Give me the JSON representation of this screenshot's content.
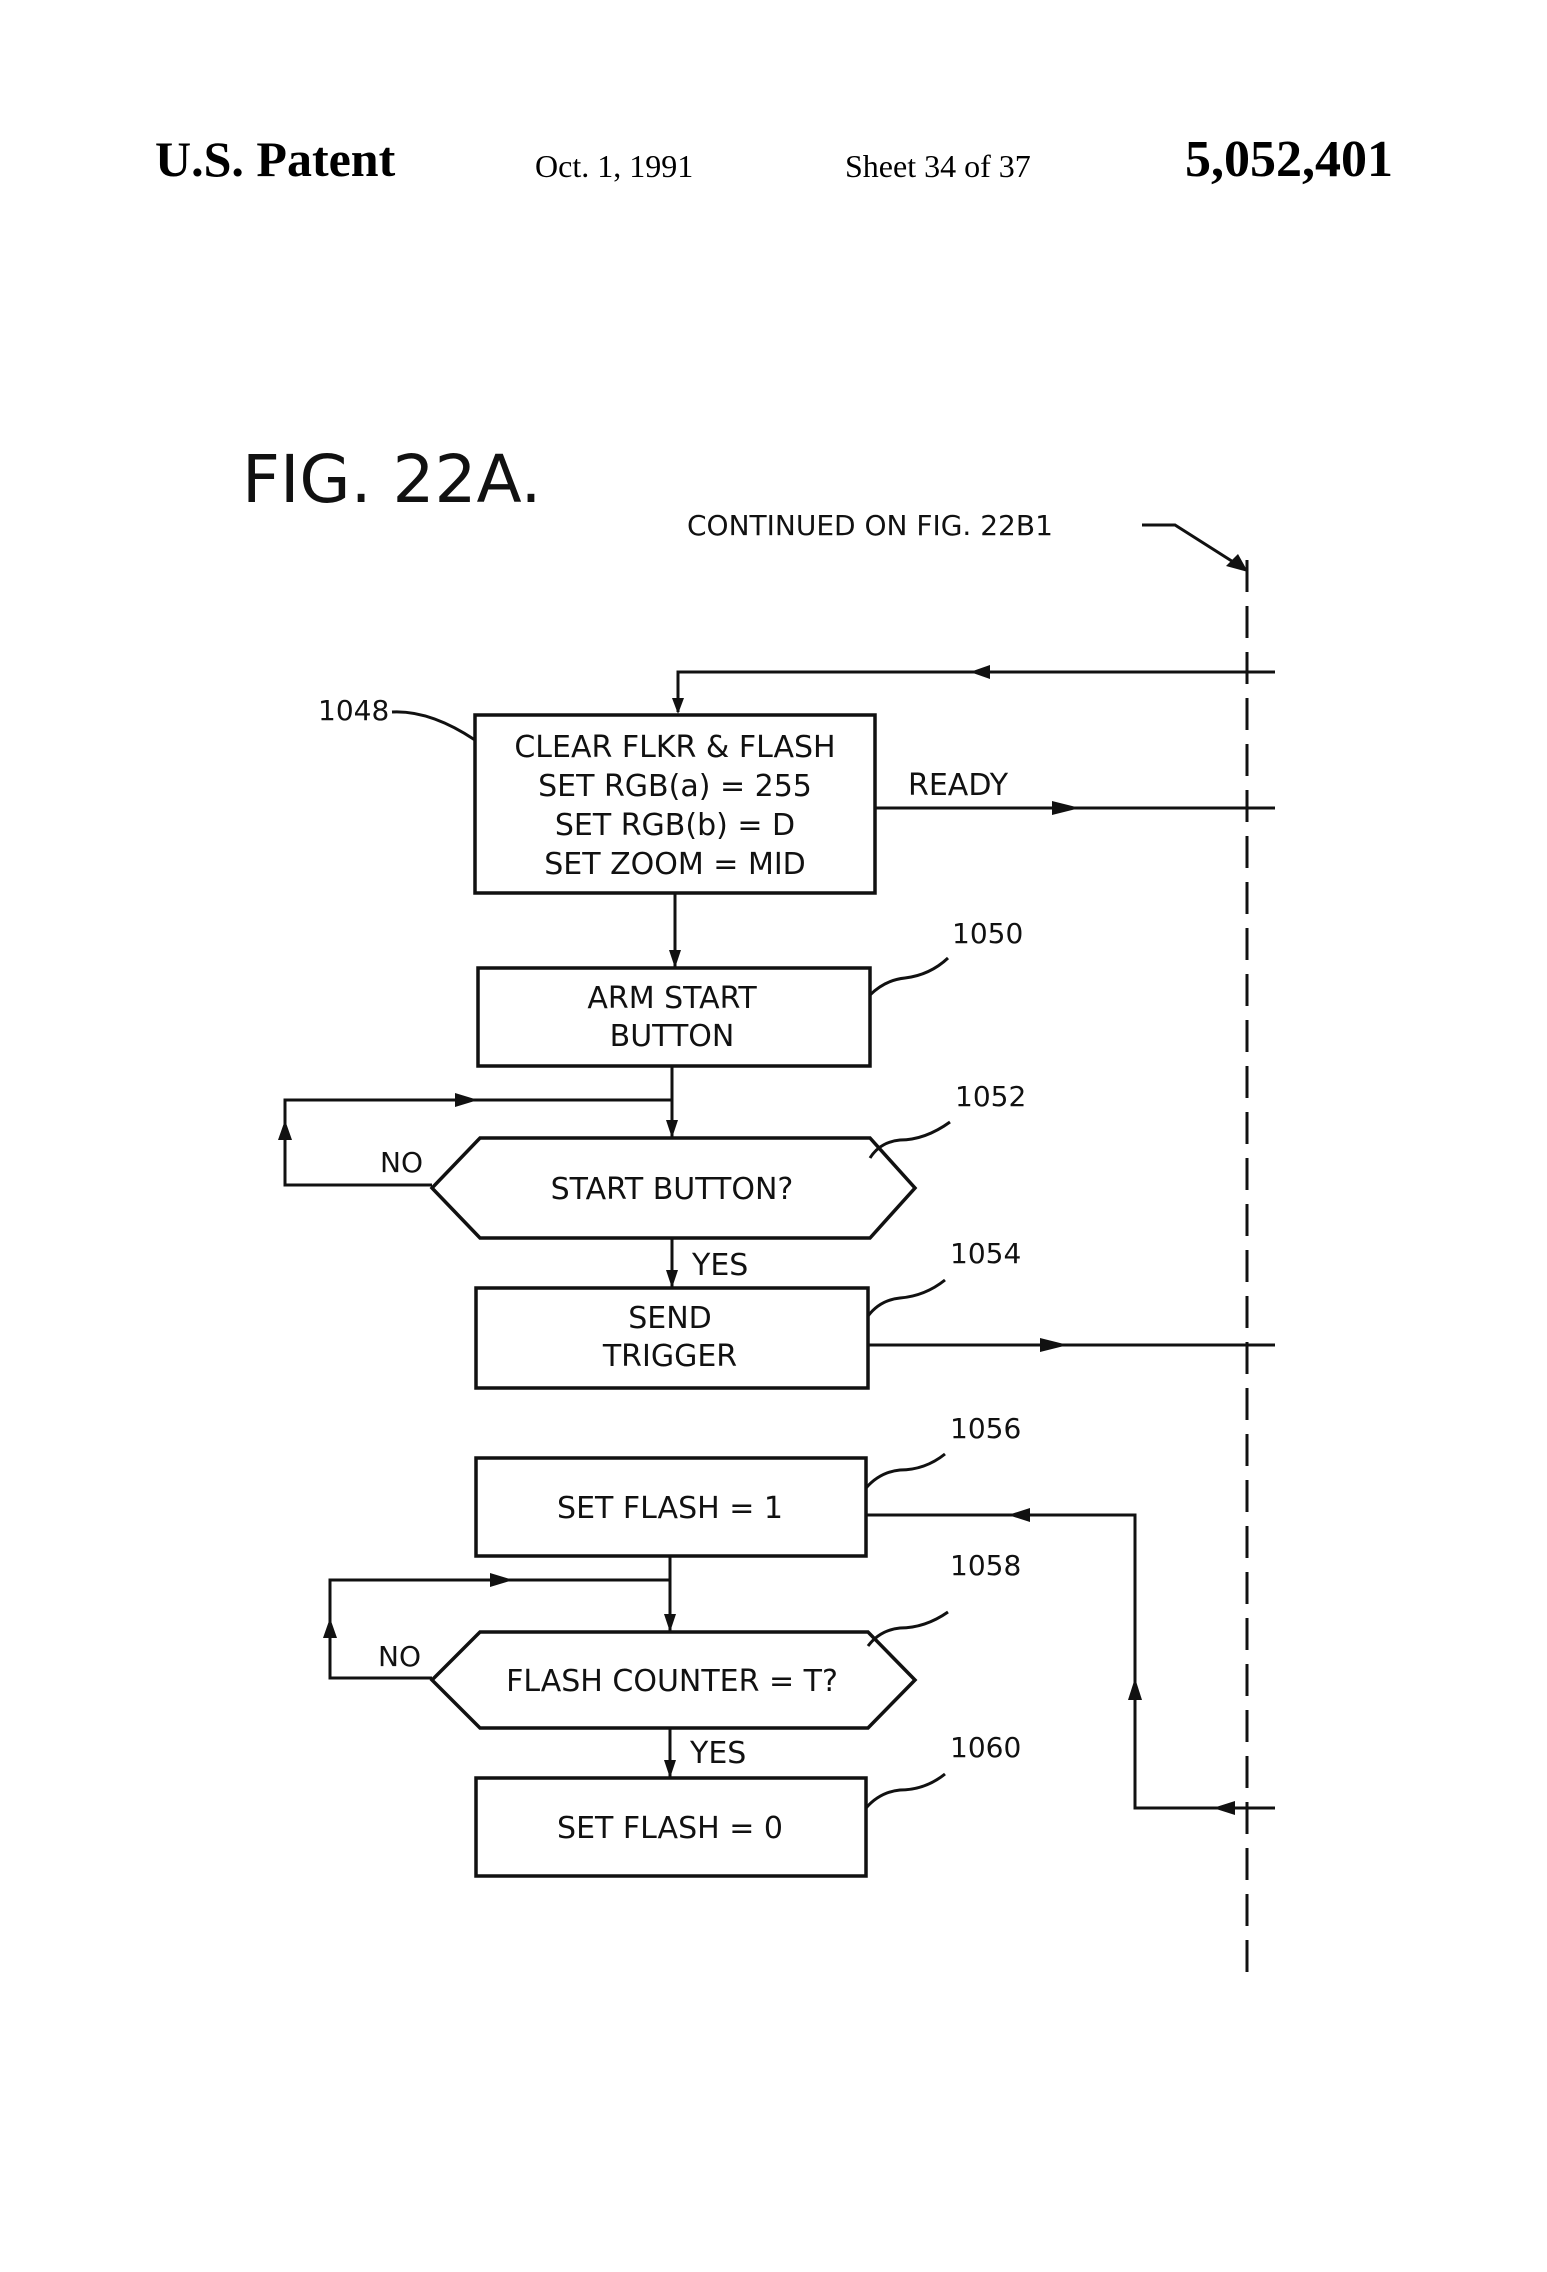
{
  "header": {
    "patent_label": "U.S. Patent",
    "date": "Oct. 1, 1991",
    "sheet": "Sheet 34 of 37",
    "patent_number": "5,052,401"
  },
  "figure": {
    "title": "FIG. 22A.",
    "continued_note": "CONTINUED ON FIG. 22B1"
  },
  "nodes": {
    "n1048": {
      "ref": "1048",
      "lines": [
        "CLEAR FLKR & FLASH",
        "SET RGB(a) = 255",
        "SET RGB(b) = D",
        "SET ZOOM = MID"
      ]
    },
    "n1050": {
      "ref": "1050",
      "lines": [
        "ARM START",
        "BUTTON"
      ]
    },
    "n1052": {
      "ref": "1052",
      "text": "START BUTTON?"
    },
    "n1054": {
      "ref": "1054",
      "lines": [
        "SEND",
        "TRIGGER"
      ]
    },
    "n1056": {
      "ref": "1056",
      "text": "SET FLASH = 1"
    },
    "n1058": {
      "ref": "1058",
      "text": "FLASH COUNTER = T?"
    },
    "n1060": {
      "ref": "1060",
      "text": "SET FLASH = 0"
    }
  },
  "edge_labels": {
    "ready": "READY",
    "no_1052": "NO",
    "yes_1052": "YES",
    "no_1058": "NO",
    "yes_1058": "YES"
  }
}
